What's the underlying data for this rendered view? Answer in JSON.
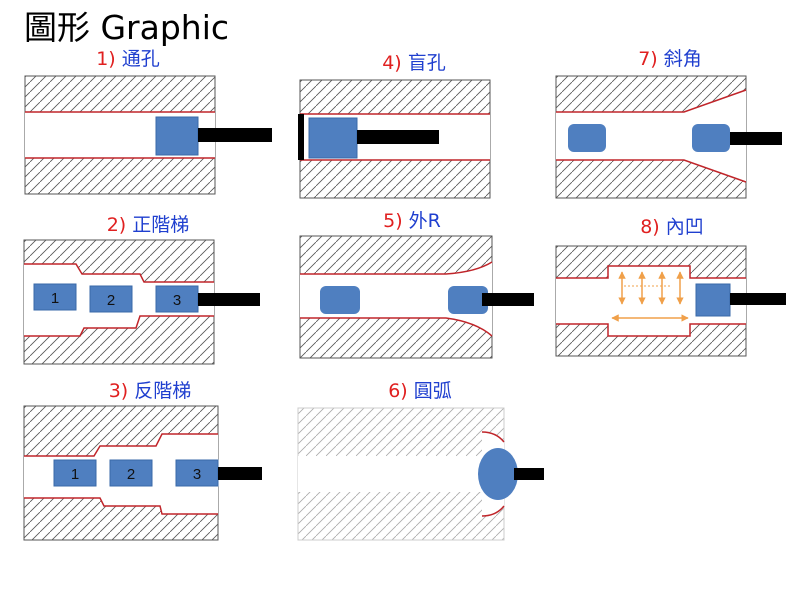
{
  "page_title": "圖形 Graphic",
  "panels": [
    {
      "number": "1)",
      "label": "通孔"
    },
    {
      "number": "2)",
      "label": "正階梯"
    },
    {
      "number": "3)",
      "label": "反階梯"
    },
    {
      "number": "4)",
      "label": "盲孔"
    },
    {
      "number": "5)",
      "label": "外R"
    },
    {
      "number": "6)",
      "label": "圓弧"
    },
    {
      "number": "7)",
      "label": "斜角"
    },
    {
      "number": "8)",
      "label": "內凹"
    }
  ],
  "tool_positions": [
    "1",
    "2",
    "3"
  ],
  "colors": {
    "tool_blue": "#4f7fc0",
    "outline_red": "#c0252a",
    "arrow_orange": "#f0a04a",
    "number_red": "#e02020",
    "label_blue": "#1f3fcf"
  }
}
